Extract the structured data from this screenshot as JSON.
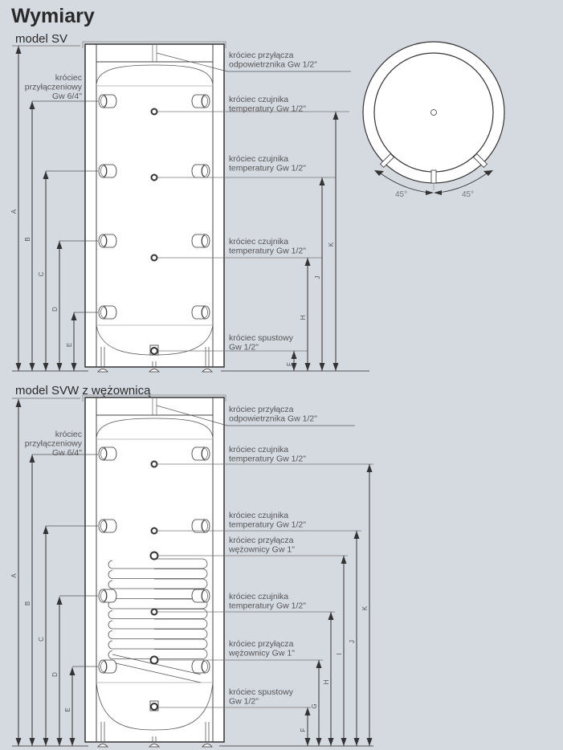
{
  "title": "Wymiary",
  "colors": {
    "background": "#d5d9e0",
    "tank": "#ffffff",
    "stroke": "#333333"
  },
  "models": [
    {
      "name": "model SV",
      "suffix": "",
      "labels": {
        "vent": [
          "króciec przyłącza",
          "odpowietrznika Gw 1/2\""
        ],
        "inlet": [
          "króciec",
          "przyłączeniowy",
          "Gw 6/4\""
        ],
        "sensor1": [
          "króciec czujnika",
          "temperatury Gw 1/2\""
        ],
        "sensor2": [
          "króciec czujnika",
          "temperatury Gw 1/2\""
        ],
        "sensor3": [
          "króciec czujnika",
          "temperatury Gw 1/2\""
        ],
        "drain": [
          "króciec spustowy",
          "Gw 1/2\""
        ]
      },
      "dims_left": [
        "A",
        "B",
        "C",
        "D",
        "E"
      ],
      "dims_right": [
        "K",
        "J",
        "H",
        "F"
      ]
    },
    {
      "name": "model SVW",
      "suffix": " z wężownicą",
      "labels": {
        "vent": [
          "króciec przyłącza",
          "odpowietrznika Gw 1/2\""
        ],
        "inlet": [
          "króciec",
          "przyłączeniowy",
          "Gw 6/4\""
        ],
        "sensor1": [
          "króciec czujnika",
          "temperatury Gw 1/2\""
        ],
        "sensor2": [
          "króciec czujnika",
          "temperatury Gw 1/2\""
        ],
        "coil_in": [
          "króciec przyłącza",
          "wężownicy Gw 1\""
        ],
        "sensor3": [
          "króciec czujnika",
          "temperatury Gw 1/2\""
        ],
        "coil_out": [
          "króciec przyłącza",
          "wężownicy Gw 1\""
        ],
        "drain": [
          "króciec spustowy",
          "Gw 1/2\""
        ]
      },
      "dims_left": [
        "A",
        "B",
        "C",
        "D",
        "E"
      ],
      "dims_right": [
        "K",
        "J",
        "I",
        "H",
        "G",
        "F"
      ]
    }
  ],
  "top_view": {
    "angle_left": "45°",
    "angle_right": "45°"
  }
}
